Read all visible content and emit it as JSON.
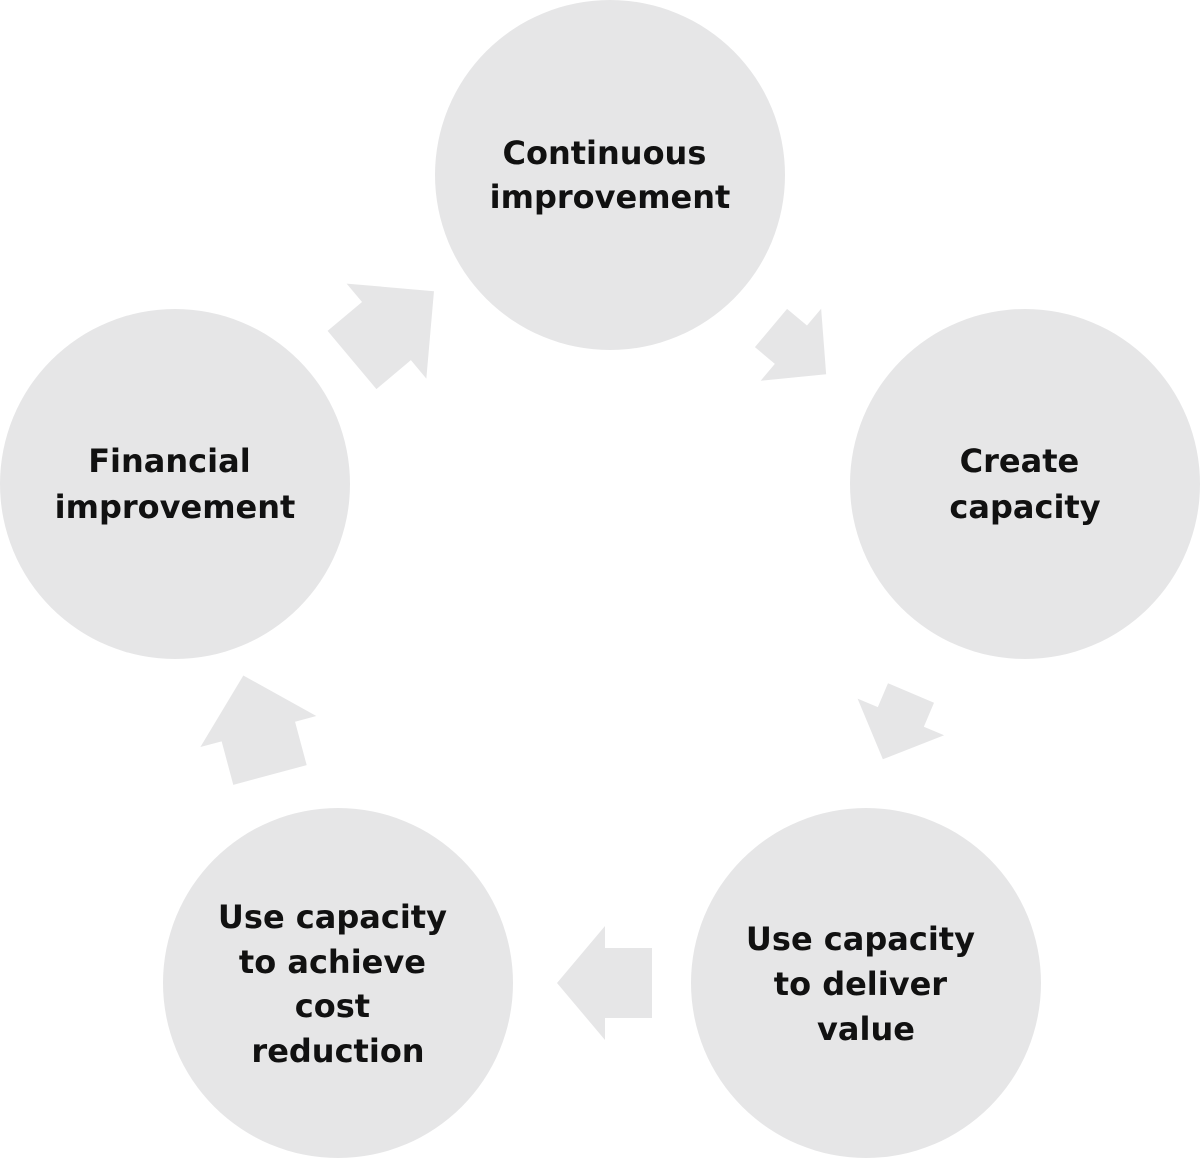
{
  "diagram": {
    "fill_color": "#e6e6e7",
    "text_color": "#111111",
    "nodes": [
      {
        "id": "continuous-improvement",
        "lines": [
          "Continuous",
          "improvement"
        ]
      },
      {
        "id": "create-capacity",
        "lines": [
          "Create",
          "capacity"
        ]
      },
      {
        "id": "deliver-value",
        "lines": [
          "Use capacity",
          "to deliver",
          "value"
        ]
      },
      {
        "id": "cost-reduction",
        "lines": [
          "Use capacity",
          "to achieve",
          "cost",
          "reduction"
        ]
      },
      {
        "id": "financial-improvement",
        "lines": [
          "Financial",
          "improvement"
        ]
      }
    ],
    "arrows": [
      {
        "from": "continuous-improvement",
        "to": "create-capacity"
      },
      {
        "from": "create-capacity",
        "to": "deliver-value"
      },
      {
        "from": "deliver-value",
        "to": "cost-reduction"
      },
      {
        "from": "cost-reduction",
        "to": "financial-improvement"
      },
      {
        "from": "financial-improvement",
        "to": "continuous-improvement"
      }
    ]
  }
}
